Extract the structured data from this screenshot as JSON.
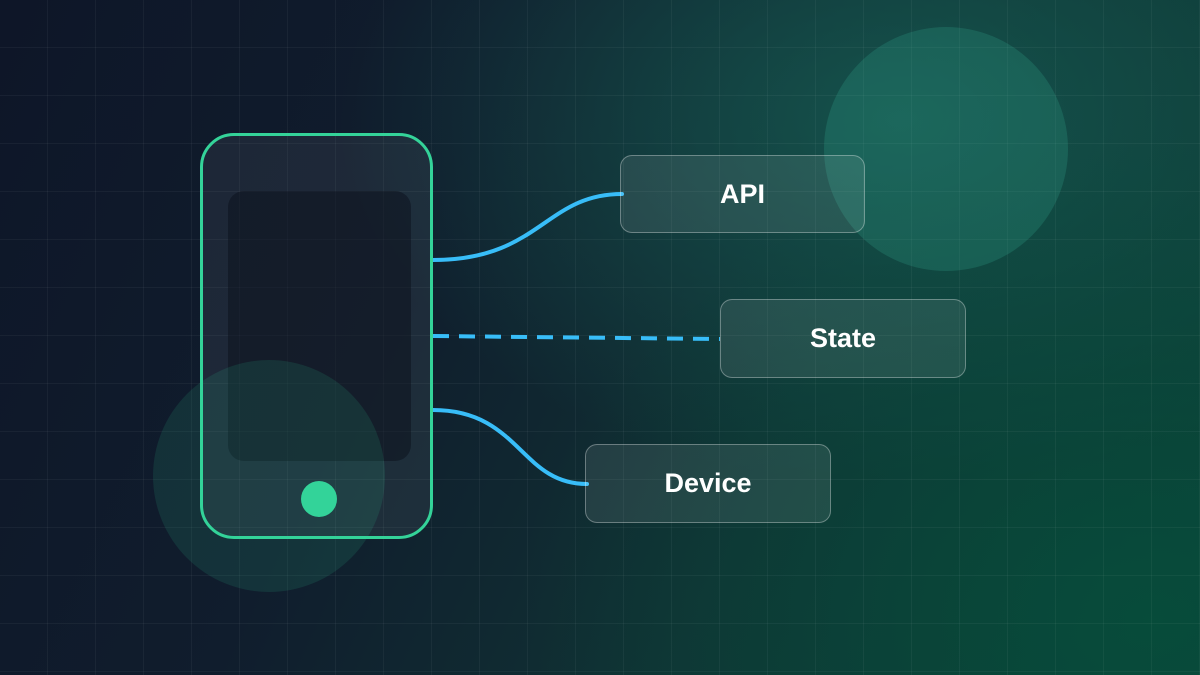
{
  "colors": {
    "phone_outline": "#34d399",
    "phone_button": "#34d399",
    "connector": "#38bdf8"
  },
  "nodes": {
    "api": {
      "label": "API",
      "connector_style": "solid"
    },
    "state": {
      "label": "State",
      "connector_style": "dashed"
    },
    "device": {
      "label": "Device",
      "connector_style": "solid"
    }
  },
  "phone": {
    "icon": "smartphone-icon"
  }
}
